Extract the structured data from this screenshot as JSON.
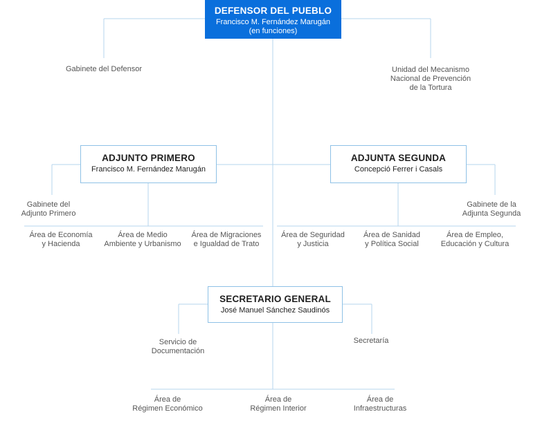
{
  "defensor": {
    "title": "DEFENSOR DEL PUEBLO",
    "name": "Francisco M. Fernández Marugán",
    "note": "(en funciones)",
    "left_unit": "Gabinete del Defensor",
    "right_unit": [
      "Unidad del Mecanismo",
      "Nacional de Prevención",
      "de la Tortura"
    ]
  },
  "adjunto_primero": {
    "title": "ADJUNTO PRIMERO",
    "name": "Francisco M. Fernández Marugán",
    "cabinet": [
      "Gabinete del",
      "Adjunto Primero"
    ],
    "areas": [
      [
        "Área de Economía",
        "y Hacienda"
      ],
      [
        "Área de Medio",
        "Ambiente y Urbanismo"
      ],
      [
        "Área de Migraciones",
        "e Igualdad de Trato"
      ]
    ]
  },
  "adjunta_segunda": {
    "title": "ADJUNTA SEGUNDA",
    "name": "Concepció Ferrer i Casals",
    "cabinet": [
      "Gabinete de la",
      "Adjunta Segunda"
    ],
    "areas": [
      [
        "Área de Seguridad",
        "y Justicia"
      ],
      [
        "Área de Sanidad",
        "y Política Social"
      ],
      [
        "Área de Empleo,",
        "Educación y Cultura"
      ]
    ]
  },
  "secretario_general": {
    "title": "SECRETARIO GENERAL",
    "name": "José Manuel Sánchez Saudinós",
    "left_unit": [
      "Servicio de",
      "Documentación"
    ],
    "right_unit": "Secretaría",
    "areas": [
      [
        "Área de",
        "Régimen Económico"
      ],
      [
        "Área de",
        "Régimen Interior"
      ],
      [
        "Área de",
        "Infraestructuras"
      ]
    ]
  },
  "colors": {
    "top_box": "#0a6fdc",
    "box_border": "#8ec1e6",
    "connector": "#b5d4ec",
    "label_text": "#555555"
  }
}
